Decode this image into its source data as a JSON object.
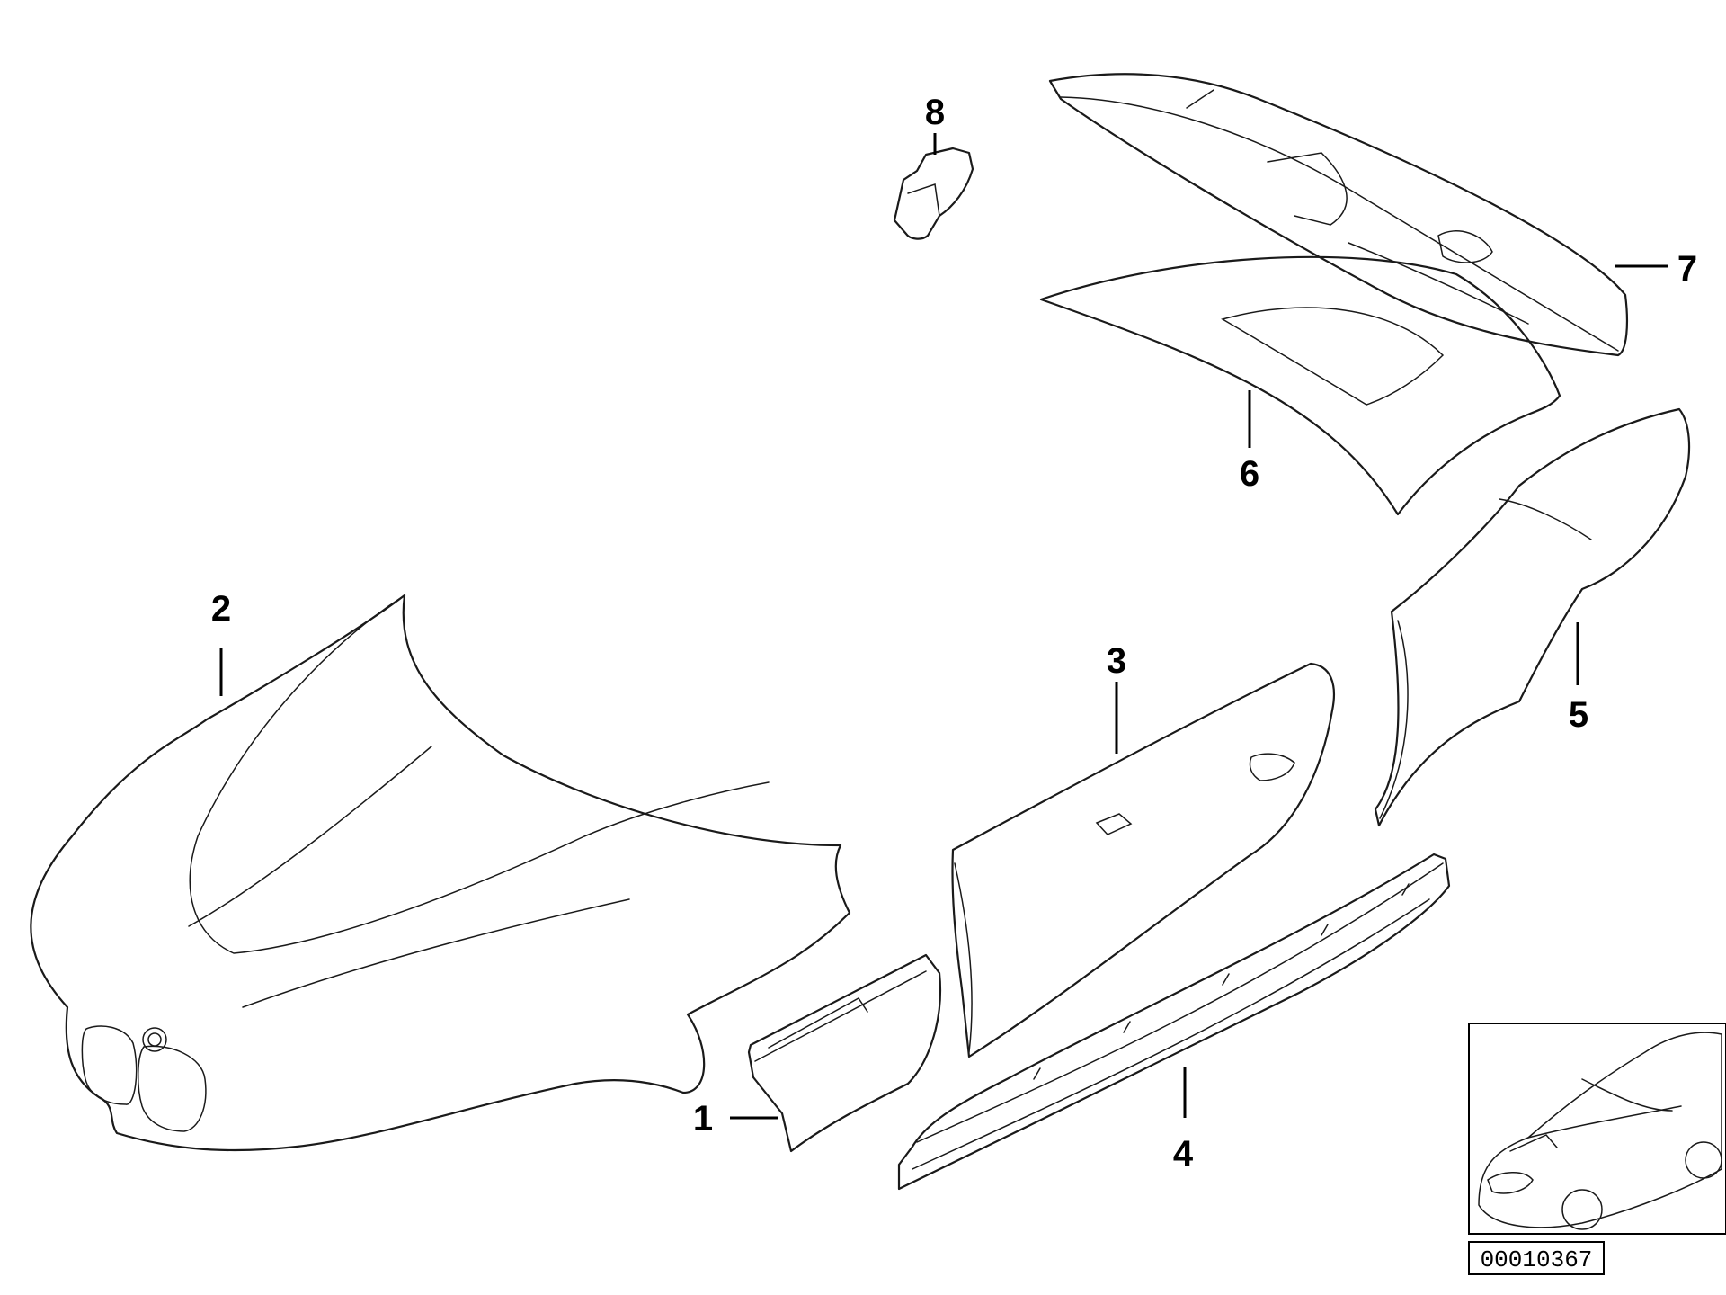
{
  "callouts": [
    {
      "id": "1",
      "label": "1"
    },
    {
      "id": "2",
      "label": "2"
    },
    {
      "id": "3",
      "label": "3"
    },
    {
      "id": "4",
      "label": "4"
    },
    {
      "id": "5",
      "label": "5"
    },
    {
      "id": "6",
      "label": "6"
    },
    {
      "id": "7",
      "label": "7"
    },
    {
      "id": "8",
      "label": "8"
    }
  ],
  "reference_number": "00010367",
  "colors": {
    "line": "#1a1a1a",
    "background": "#ffffff"
  }
}
